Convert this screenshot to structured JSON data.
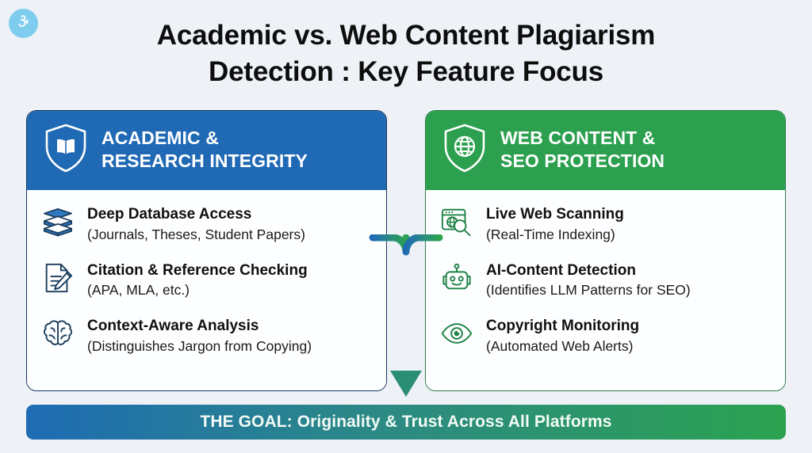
{
  "brand": {
    "logo_icon": "brand-glyph-icon",
    "logo_bg": "#7fcdee"
  },
  "title": {
    "line1": "Academic vs. Web Content Plagiarism",
    "line2": "Detection : Key Feature Focus"
  },
  "panels": [
    {
      "id": "academic",
      "accent": "#2069b5",
      "border": "#17375e",
      "header_icon": "shield-book-icon",
      "header_line1": "ACADEMIC &",
      "header_line2": "RESEARCH INTEGRITY",
      "features": [
        {
          "icon": "stacked-books-icon",
          "title": "Deep Database Access",
          "subtitle": "(Journals, Theses, Student Papers)"
        },
        {
          "icon": "document-pencil-icon",
          "title": "Citation & Reference Checking",
          "subtitle": "(APA, MLA, etc.)"
        },
        {
          "icon": "brain-icon",
          "title": "Context-Aware Analysis",
          "subtitle": "(Distinguishes Jargon from Copying)"
        }
      ]
    },
    {
      "id": "web",
      "accent": "#2ca04f",
      "border": "#2f7d48",
      "header_icon": "shield-globe-icon",
      "header_line1": "WEB CONTENT &",
      "header_line2": "SEO PROTECTION",
      "features": [
        {
          "icon": "browser-globe-search-icon",
          "title": "Live Web Scanning",
          "subtitle": "(Real-Time Indexing)"
        },
        {
          "icon": "robot-icon",
          "title": "AI-Content Detection",
          "subtitle": "(Identifies LLM Patterns for SEO)"
        },
        {
          "icon": "eye-icon",
          "title": "Copyright Monitoring",
          "subtitle": "(Automated Web Alerts)"
        }
      ]
    }
  ],
  "connector": {
    "icon": "merge-down-arrow-icon",
    "color_start": "#1f6cb4",
    "color_end": "#2ba24f"
  },
  "goal": {
    "text": "THE GOAL: Originality & Trust Across All Platforms",
    "gradient_start": "#1f6cb4",
    "gradient_end": "#2ba24f"
  },
  "background": "#eef2f7"
}
